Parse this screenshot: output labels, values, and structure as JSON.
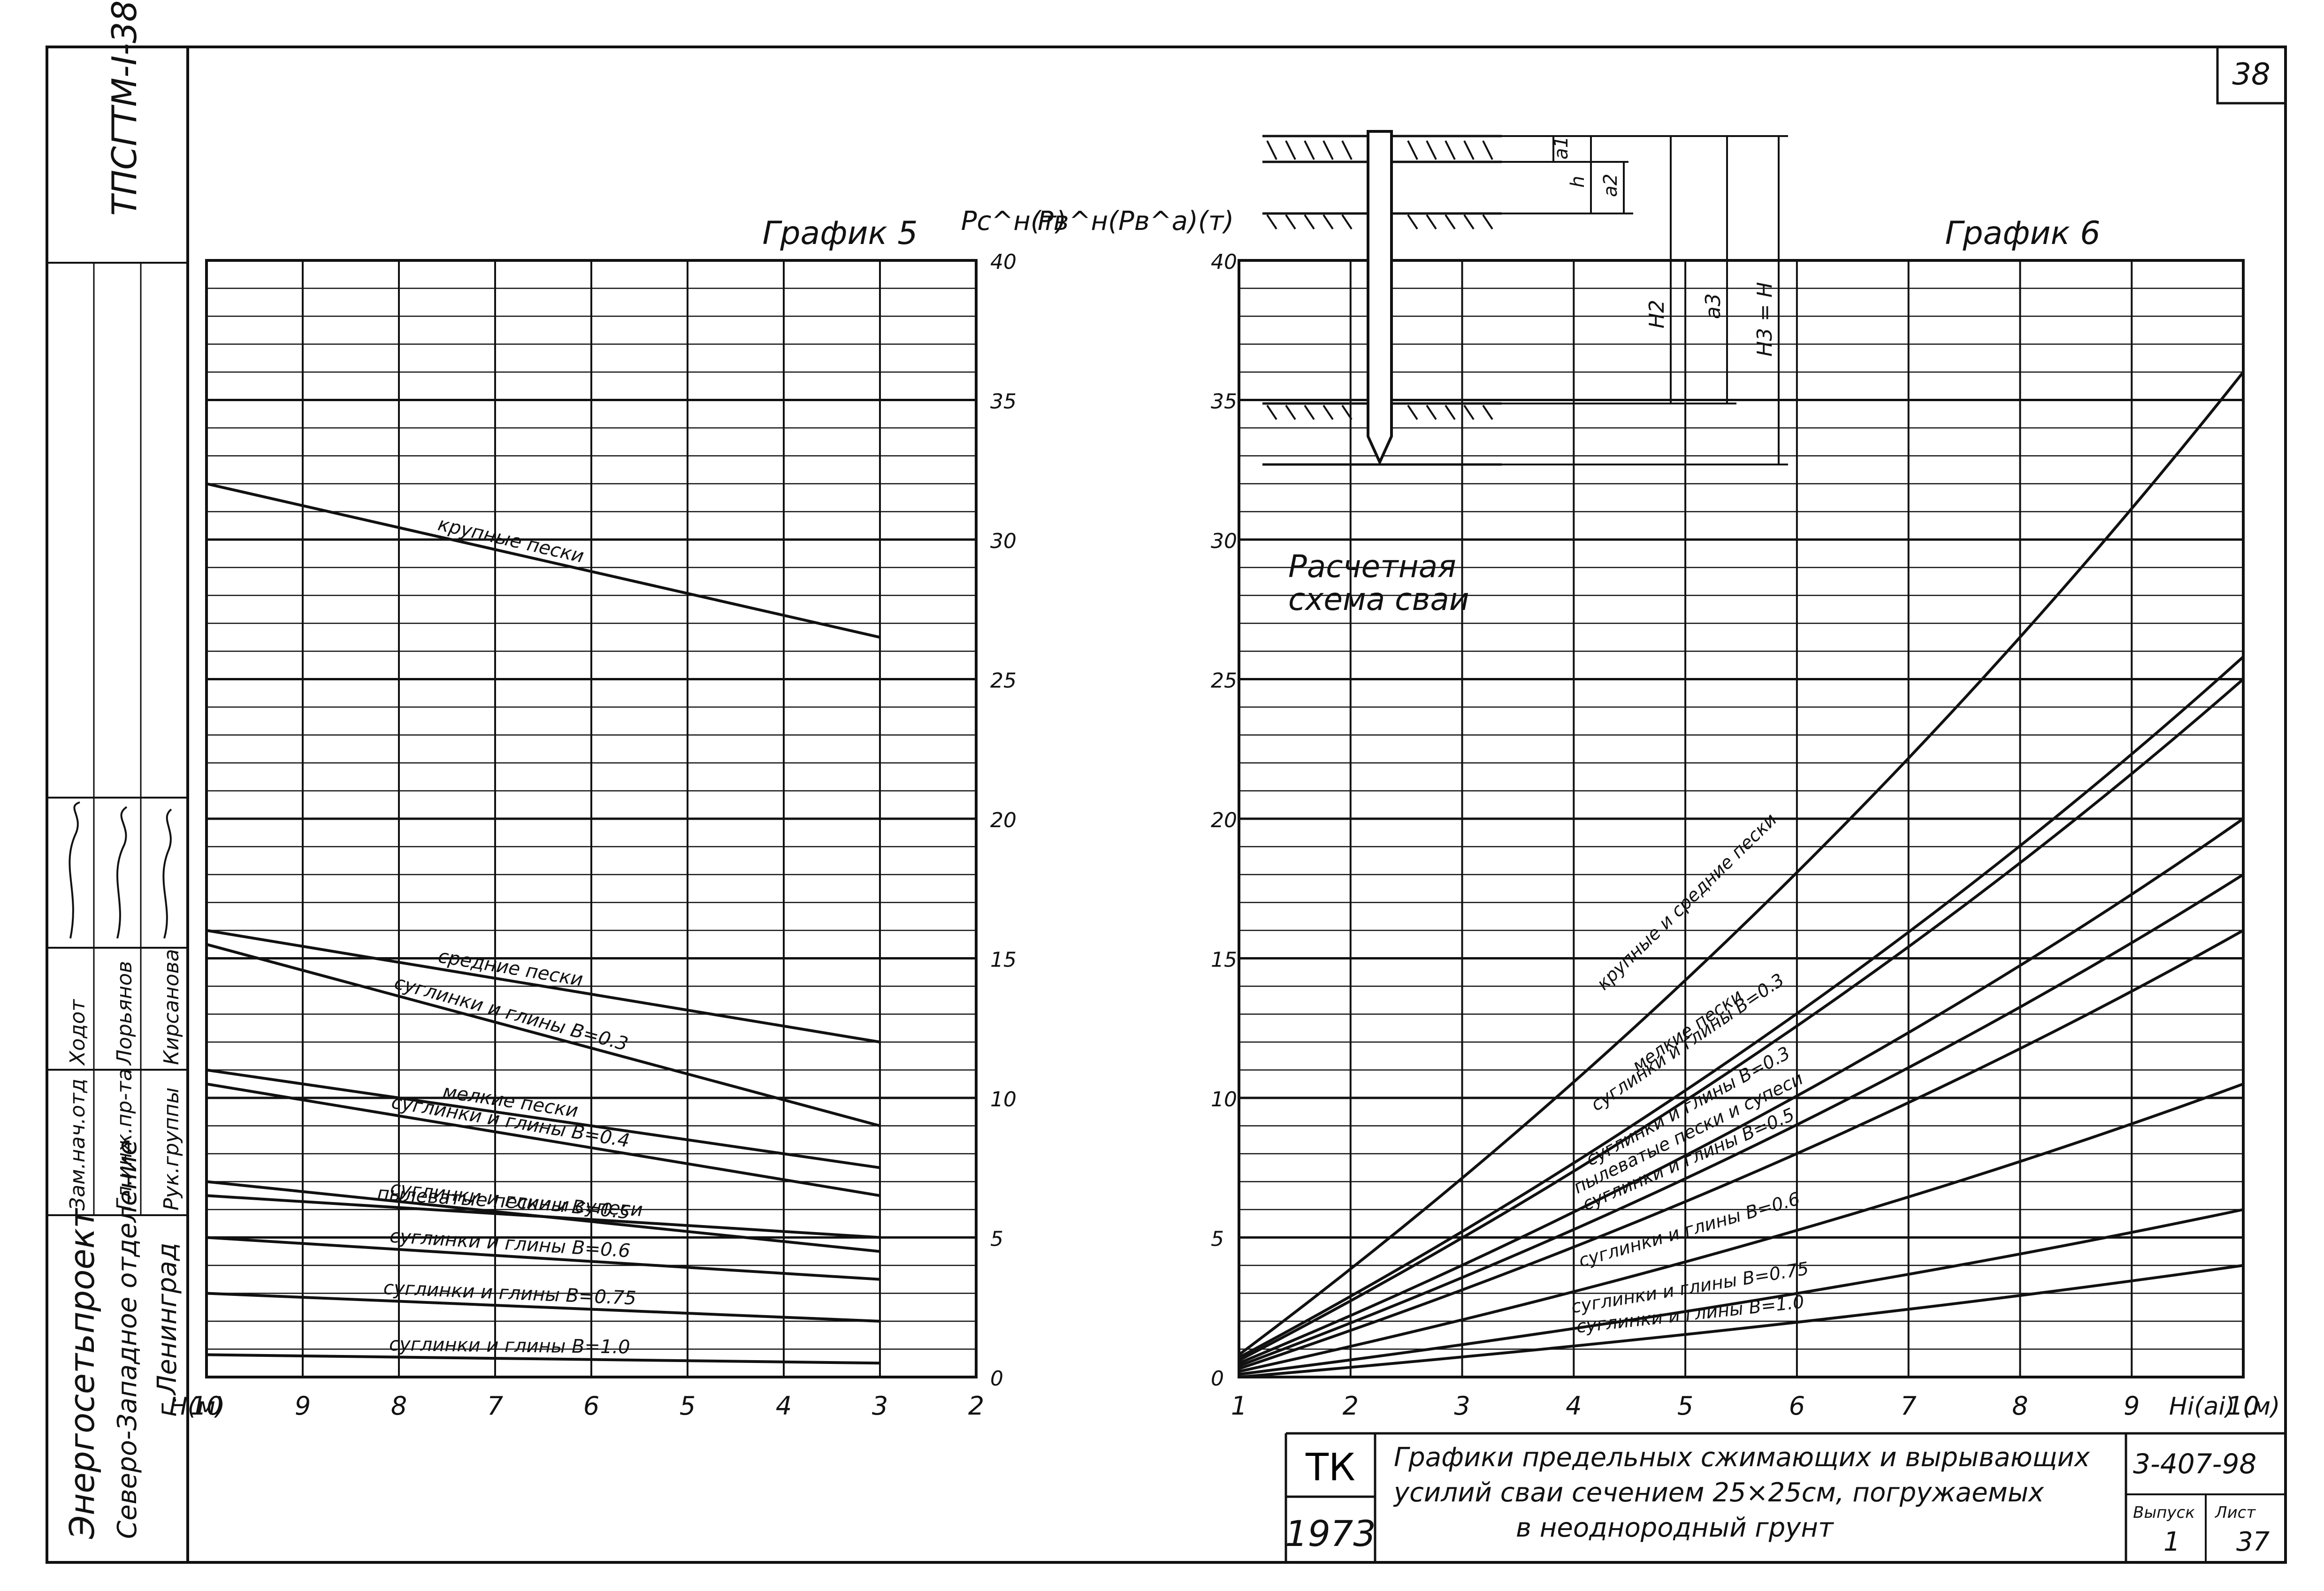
{
  "sheet": {
    "number": "38",
    "code_vertical": "ТПСГТМ-I-38",
    "org_name": "Энергосетьпроект",
    "org_branch": "Северо-Западное отделение",
    "org_city": "г.Ленинград",
    "roles": [
      "Зам.нач.отд",
      "Гл.инж.пр-та",
      "Рук.группы"
    ],
    "names": [
      "Ходот",
      "Лорьянов",
      "Кирсанова"
    ],
    "stamp_code": "ТК",
    "stamp_year": "1973",
    "title_line1": "Графики предельных сжимающих и вырывающих",
    "title_line2": "усилий сваи сечением 25×25см, погружаемых",
    "title_line3": "в неоднородный грунт",
    "doc_code": "3-407-98",
    "issue_label": "Выпуск",
    "issue_value": "1",
    "list_label": "Лист",
    "list_value": "37",
    "scheme_label_1": "Расчетная",
    "scheme_label_2": "схема сваи",
    "scheme_dims": [
      "a1",
      "h",
      "a2",
      "H2",
      "a3",
      "H3 = H"
    ]
  },
  "chart_data": [
    {
      "type": "line",
      "title": "График 5",
      "xlabel": "H(м)",
      "ylabel": "Pс^н(т)",
      "xlim": [
        10,
        2
      ],
      "ylim": [
        0,
        40
      ],
      "x_ticks": [
        "10",
        "9",
        "8",
        "7",
        "6",
        "5",
        "4",
        "3",
        "2"
      ],
      "y_ticks": [
        "0",
        "5",
        "10",
        "15",
        "20",
        "25",
        "30",
        "35",
        "40"
      ],
      "grid": true,
      "series": [
        {
          "name": "крупные пески",
          "x": [
            10,
            3
          ],
          "y": [
            32.0,
            26.5
          ]
        },
        {
          "name": "средние пески",
          "x": [
            10,
            3
          ],
          "y": [
            16.0,
            12.0
          ]
        },
        {
          "name": "суглинки и глины B=0.3",
          "x": [
            10,
            3
          ],
          "y": [
            15.5,
            9.0
          ]
        },
        {
          "name": "мелкие пески",
          "x": [
            10,
            3
          ],
          "y": [
            11.0,
            7.5
          ]
        },
        {
          "name": "суглинки и глины B=0.4",
          "x": [
            10,
            3
          ],
          "y": [
            10.5,
            6.5
          ]
        },
        {
          "name": "суглинки и глины B=0.5",
          "x": [
            10,
            3
          ],
          "y": [
            7.0,
            4.5
          ]
        },
        {
          "name": "пылеватые пески и супеси",
          "x": [
            10,
            3
          ],
          "y": [
            6.5,
            5.0
          ]
        },
        {
          "name": "суглинки и глины B=0.6",
          "x": [
            10,
            3
          ],
          "y": [
            5.0,
            3.5
          ]
        },
        {
          "name": "суглинки и глины B=0.75",
          "x": [
            10,
            3
          ],
          "y": [
            3.0,
            2.0
          ]
        },
        {
          "name": "суглинки и глины B=1.0",
          "x": [
            10,
            3
          ],
          "y": [
            0.8,
            0.5
          ]
        }
      ]
    },
    {
      "type": "line",
      "title": "График 6",
      "xlabel": "Hi(ai) (м)",
      "ylabel": "Pв^н(Pв^a)(т)",
      "xlim": [
        1,
        10
      ],
      "ylim": [
        0,
        40
      ],
      "x_ticks": [
        "1",
        "2",
        "3",
        "4",
        "5",
        "6",
        "7",
        "8",
        "9",
        "10"
      ],
      "y_ticks": [
        "0",
        "5",
        "10",
        "15",
        "20",
        "25",
        "30",
        "35",
        "40"
      ],
      "grid": true,
      "series": [
        {
          "name": "крупные и средние пески",
          "x": [
            1,
            10
          ],
          "y": [
            0.8,
            36.0
          ]
        },
        {
          "name": "мелкие пески",
          "x": [
            1,
            10
          ],
          "y": [
            0.7,
            25.8
          ]
        },
        {
          "name": "суглинки и глины B=0.3",
          "x": [
            1,
            10
          ],
          "y": [
            0.6,
            25.0
          ]
        },
        {
          "name": "суглинки и глины B=0.3",
          "x": [
            1,
            10
          ],
          "y": [
            0.5,
            20.0
          ]
        },
        {
          "name": "пылеватые пески и супеси",
          "x": [
            1,
            10
          ],
          "y": [
            0.4,
            18.0
          ]
        },
        {
          "name": "суглинки и глины B=0.5",
          "x": [
            1,
            10
          ],
          "y": [
            0.3,
            16.0
          ]
        },
        {
          "name": "суглинки и глины B=0.6",
          "x": [
            1,
            10
          ],
          "y": [
            0.2,
            10.5
          ]
        },
        {
          "name": "суглинки и глины B=0.75",
          "x": [
            1,
            10
          ],
          "y": [
            0.1,
            6.0
          ]
        },
        {
          "name": "суглинки и глины B=1.0",
          "x": [
            1,
            10
          ],
          "y": [
            0.0,
            4.0
          ]
        }
      ]
    }
  ]
}
